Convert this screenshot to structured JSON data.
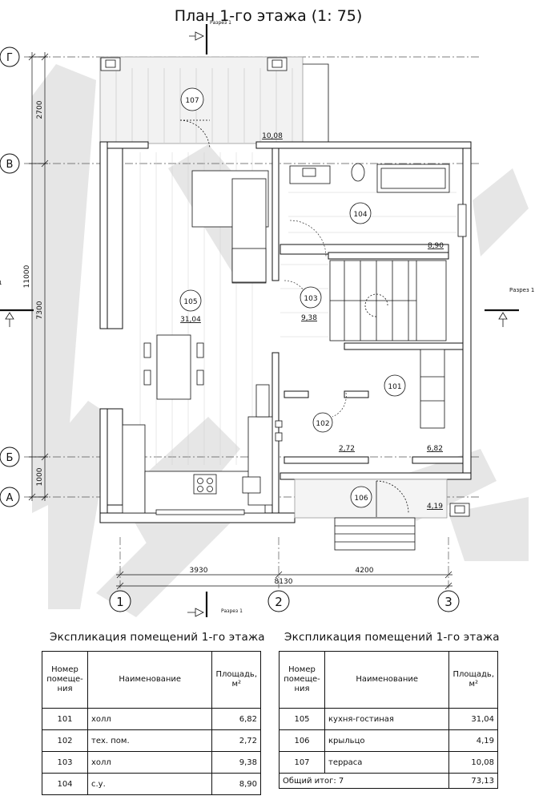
{
  "drawing": {
    "title": "План 1-го этажа (1: 75)",
    "section_label": "Разрез 1",
    "section_label_bottom": "Разрез 1",
    "axes_letters": [
      "Г",
      "В",
      "Б",
      "А"
    ],
    "axes_numbers": [
      "1",
      "2",
      "3"
    ],
    "dimensions": {
      "left_2700": "2700",
      "left_11000": "11000",
      "left_7300": "7300",
      "left_1000": "1000",
      "bottom_3930": "3930",
      "bottom_4200": "4200",
      "bottom_8130": "8130"
    },
    "rooms": [
      {
        "num": "107",
        "area": "10,08"
      },
      {
        "num": "104",
        "area": "8,90"
      },
      {
        "num": "105",
        "area": "31,04"
      },
      {
        "num": "103",
        "area": "9,38"
      },
      {
        "num": "101",
        "area": "6,82"
      },
      {
        "num": "102",
        "area": "2,72"
      },
      {
        "num": "106",
        "area": "4,19"
      }
    ]
  },
  "tables": [
    {
      "title": "Экспликация помещений 1-го этажа",
      "headers": {
        "num": "Номер помеще-ния",
        "name": "Наименование",
        "area": "Площадь, м²"
      },
      "rows": [
        {
          "num": "101",
          "name": "холл",
          "area": "6,82"
        },
        {
          "num": "102",
          "name": "тех. пом.",
          "area": "2,72"
        },
        {
          "num": "103",
          "name": "холл",
          "area": "9,38"
        },
        {
          "num": "104",
          "name": "с.у.",
          "area": "8,90"
        }
      ]
    },
    {
      "title": "Экспликация помещений 1-го этажа",
      "headers": {
        "num": "Номер помеще-ния",
        "name": "Наименование",
        "area": "Площадь, м²"
      },
      "rows": [
        {
          "num": "105",
          "name": "кухня-гостиная",
          "area": "31,04"
        },
        {
          "num": "106",
          "name": "крыльцо",
          "area": "4,19"
        },
        {
          "num": "107",
          "name": "терраса",
          "area": "10,08"
        }
      ],
      "total": {
        "label": "Общий итог: 7",
        "area": "73,13"
      }
    }
  ]
}
